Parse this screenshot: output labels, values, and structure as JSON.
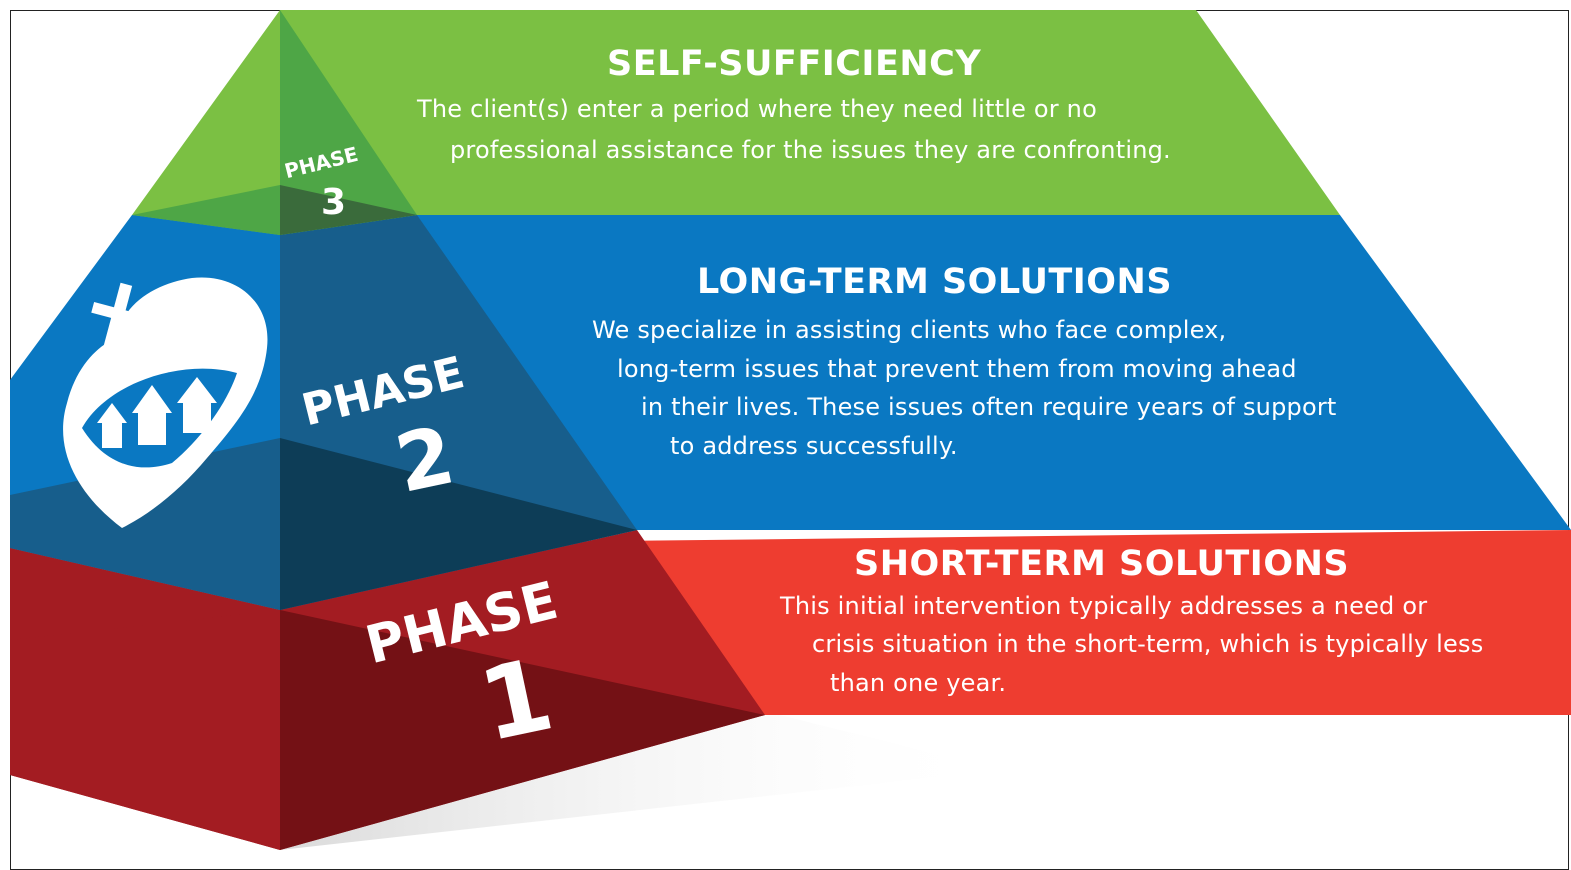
{
  "colors": {
    "green": "#7bc043",
    "green_face": "#4ea646",
    "green_dark": "#3a6b3b",
    "blue": "#0a78c2",
    "blue_face": "#175e8c",
    "blue_dark": "#0d3d57",
    "red": "#ee3d30",
    "red_face": "#a31c22",
    "red_dark": "#741115"
  },
  "tiers": [
    {
      "phase_word": "PHASE",
      "phase_number": "3",
      "title": "SELF-SUFFICIENCY",
      "lines": [
        "The client(s) enter a period where they need little or no",
        "professional assistance for the issues they are confronting."
      ]
    },
    {
      "phase_word": "PHASE",
      "phase_number": "2",
      "title": "LONG-TERM SOLUTIONS",
      "lines": [
        "We specialize in assisting clients who face complex,",
        "long-term issues that prevent them from moving ahead",
        "in their lives. These issues often require years of support",
        "to address successfully."
      ]
    },
    {
      "phase_word": "PHASE",
      "phase_number": "1",
      "title": "SHORT-TERM SOLUTIONS",
      "lines": [
        "This initial intervention typically addresses a need or",
        "crisis situation in the short-term, which is typically less",
        "than one year."
      ]
    }
  ],
  "logo": {
    "icon": "heart-cross-houses-logo"
  }
}
